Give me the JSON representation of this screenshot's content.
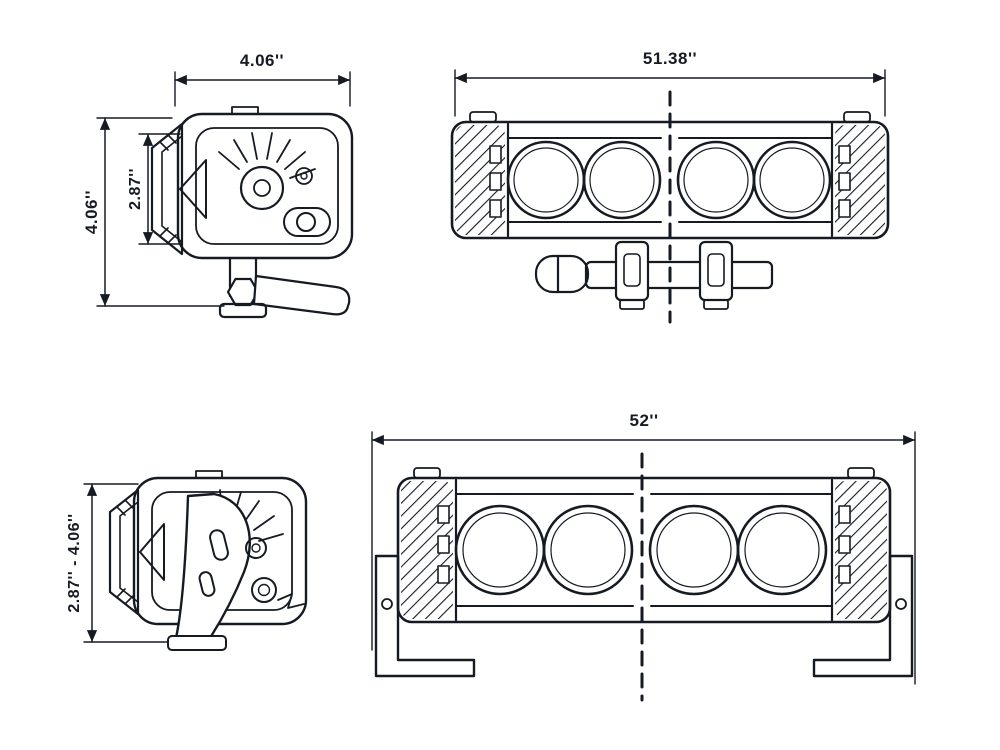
{
  "colors": {
    "line": "#161a22",
    "background": "#ffffff"
  },
  "labels": {
    "side_top_width": "4.06''",
    "side_top_inner_height": "2.87''",
    "side_top_outer_height": "4.06''",
    "front_top_length": "51.38''",
    "front_bottom_length": "52''",
    "side_bottom_height_range": "2.87'' - 4.06''"
  }
}
